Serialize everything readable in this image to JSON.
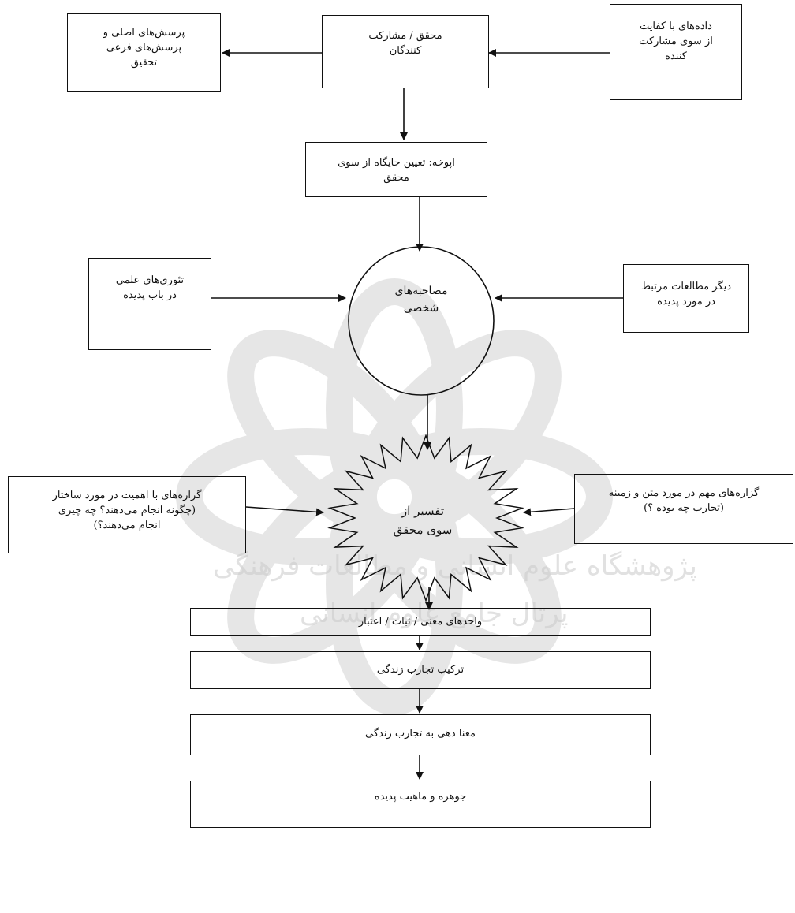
{
  "diagram": {
    "researcher": {
      "lines": [
        "محقق / مشارکت",
        "کنندگان"
      ]
    },
    "questions": {
      "lines": [
        "پرسش‌های اصلی و",
        "پرسش‌های فرعی",
        "تحقیق"
      ]
    },
    "quality_data": {
      "lines": [
        "داده‌های با کفایت",
        "از سوی مشارکت",
        "کننده"
      ]
    },
    "epoche": {
      "lines": [
        "اپوخه: تعیین جایگاه از سوی",
        "محقق"
      ]
    },
    "theories": {
      "lines": [
        "تئوری‌های علمی",
        "در باب پدیده"
      ]
    },
    "interviews": {
      "lines": [
        "مصاحبه‌های",
        "شخصی"
      ]
    },
    "other_studies": {
      "lines": [
        "دیگر مطالعات مرتبط",
        "در مورد پدیده"
      ]
    },
    "structure_statements": {
      "lines": [
        "گزاره‌های با اهمیت در مورد ساختار",
        "(چگونه انجام می‌دهند؟ چه چیزی",
        "انجام می‌دهند؟)"
      ]
    },
    "interpretation": {
      "lines": [
        "تفسیر از",
        "سوی محقق"
      ]
    },
    "context_statements": {
      "lines": [
        "گزاره‌های مهم در مورد متن و زمینه",
        "(تجارب چه بوده ؟)"
      ]
    },
    "meaning_units": {
      "label": "واحدهای معنی / ثبات / اعتبار"
    },
    "synthesis": {
      "label": "ترکیب تجارب زندگی"
    },
    "meaning_giving": {
      "label": "معنا دهی به تجارب زندگی"
    },
    "essence": {
      "label": "جوهره و ماهیت پدیده"
    }
  },
  "watermark": {
    "line1": "پژوهشگاه علوم انسانی و مطالعات فرهنگی",
    "line2": "پرتال جامع علوم انسانی"
  }
}
